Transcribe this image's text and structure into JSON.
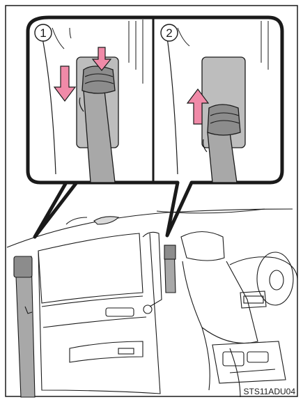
{
  "figure": {
    "code": "STS11ADU04",
    "step1_label": "1",
    "step2_label": "2",
    "colors": {
      "outline": "#1a1a1a",
      "belt_gray": "#a8a8a8",
      "adjuster_gray": "#8c8c8c",
      "slot_gray": "#bdbdbd",
      "arrow_pink": "#f08aa8"
    },
    "icons": [
      "arrow-down-icon",
      "arrow-up-icon"
    ]
  }
}
